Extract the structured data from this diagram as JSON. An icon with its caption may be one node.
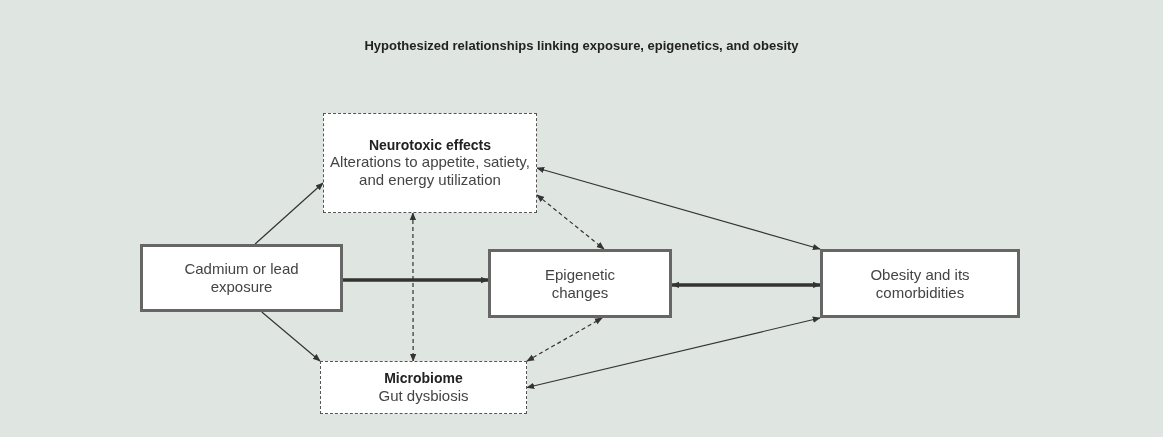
{
  "diagram": {
    "title": "Hypothesized relationships linking exposure, epigenetics, and obesity",
    "nodes": [
      {
        "text": [
          "Neurotoxic effects",
          "Alterations to appetite, satiety, and energy utilization"
        ]
      },
      {
        "text": [
          "Cadmium or lead exposure"
        ]
      },
      {
        "text": [
          "Epigenetic changes"
        ]
      },
      {
        "text": [
          "Obesity and its comorbidities"
        ]
      },
      {
        "text": [
          "Microbiome",
          "Gut dysbiosis"
        ]
      }
    ],
    "edges": [
      {
        "from": 1,
        "to": 0,
        "arrow": "to"
      },
      {
        "from": 1,
        "to": 2,
        "arrow": "to",
        "style": "thick"
      },
      {
        "from": 1,
        "to": 4,
        "arrow": "to"
      },
      {
        "from": 0,
        "to": 4,
        "arrow": "both",
        "style": "dashed"
      },
      {
        "from": 0,
        "to": 2,
        "arrow": "both",
        "style": "dashed"
      },
      {
        "from": 4,
        "to": 2,
        "arrow": "both",
        "style": "dashed"
      },
      {
        "from": 0,
        "to": 3,
        "arrow": "both"
      },
      {
        "from": 2,
        "to": 3,
        "arrow": "both",
        "style": "thick"
      },
      {
        "from": 4,
        "to": 3,
        "arrow": "both"
      }
    ]
  }
}
